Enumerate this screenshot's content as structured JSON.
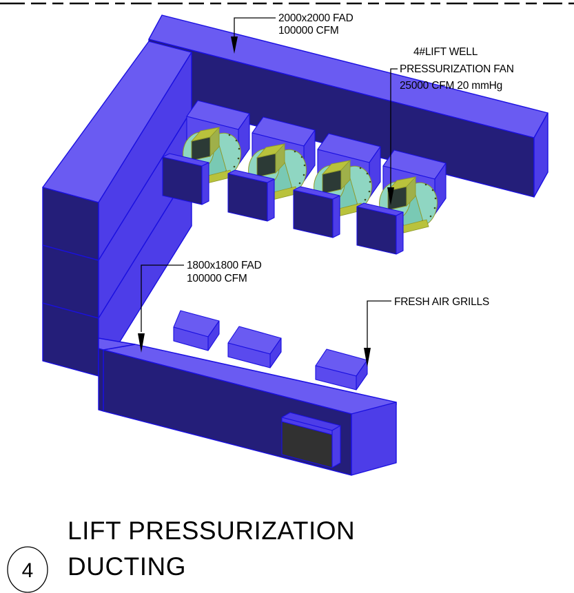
{
  "sheet": {
    "background_color": "#ffffff",
    "top_border_style": "dashed"
  },
  "title": {
    "line1": "LIFT  PRESSURIZATION",
    "line2": "DUCTING",
    "detail_marker": "4"
  },
  "annotations": [
    {
      "id": "fad-2000",
      "lines": [
        "2000x2000 FAD",
        "100000 CFM"
      ],
      "leader_target": "upper-duct-top-face"
    },
    {
      "id": "lift-well-fan",
      "lines": [
        "4#LIFT WELL",
        "PRESSURIZATION FAN",
        "25000 CFM 20 mmHg"
      ],
      "leader_target": "fan-unit-4"
    },
    {
      "id": "fad-1800",
      "lines": [
        "1800x1800 FAD",
        "100000 CFM"
      ],
      "leader_target": "lower-duct-top-face"
    },
    {
      "id": "fresh-air-grills",
      "lines": [
        "FRESH AIR GRILLS"
      ],
      "leader_target": "grill-box-3"
    }
  ],
  "model": {
    "description": "Isometric view of U-shaped lift pressurization ducting with four inline pressurization fans",
    "fan_count": 4,
    "grill_count": 3,
    "colors": {
      "duct_top": "#6A5BF2",
      "duct_front_dark": "#241E79",
      "duct_side": "#4D3DE8",
      "duct_edge": "#1a10e0",
      "fan_body": "#79C9B4",
      "fan_body_light": "#8FD6C2",
      "fan_body_dark": "#5FAE99",
      "fan_ring": "#B9C23C",
      "fan_ring_dark": "#8F9A2A",
      "fan_inlet_dark": "#2C3A36",
      "grill_panel": "#313131",
      "annotation_text": "#000000"
    }
  }
}
